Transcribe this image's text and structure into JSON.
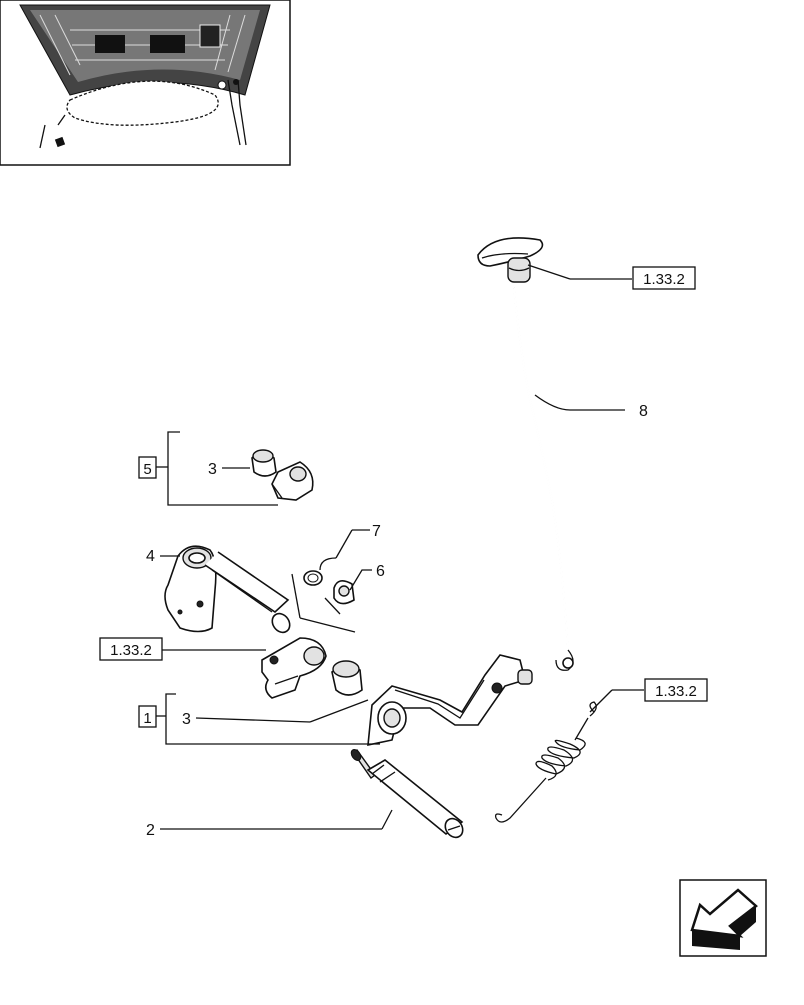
{
  "title": "",
  "callouts": {
    "ref_handle": "1.33.2",
    "ref_spring": "1.33.2",
    "ref_bracket": "1.33.2",
    "num_8": "8",
    "num_7": "7",
    "num_6": "6",
    "num_5": "5",
    "num_4": "4",
    "num_3_upper": "3",
    "num_3_lower": "3",
    "num_2": "2",
    "num_1": "1"
  },
  "icons": {
    "locator_view": "tractor-cab-floor-icon",
    "nav_arrow": "back-arrow-icon"
  }
}
